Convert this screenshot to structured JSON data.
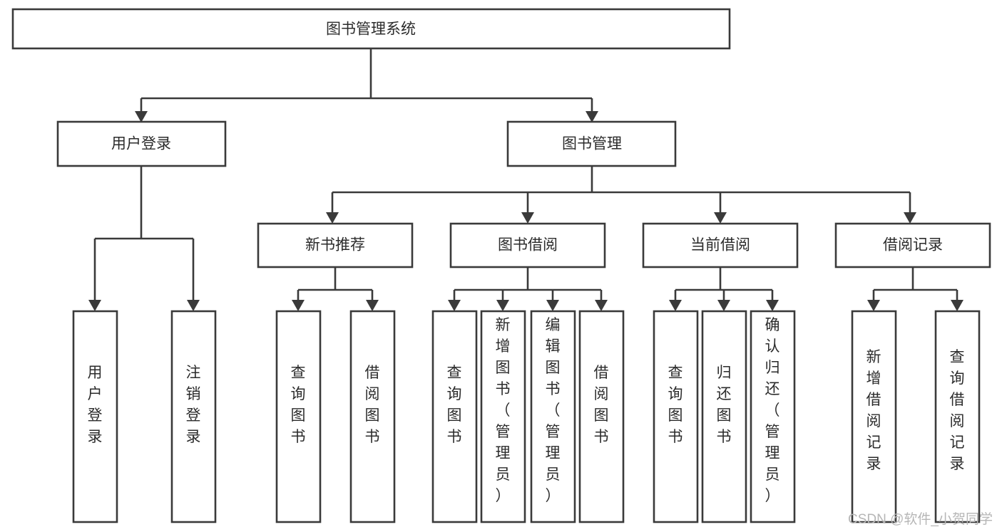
{
  "diagram": {
    "type": "tree-hierarchy-chart",
    "title": "图书管理系统",
    "orientation": "top-down",
    "colors": {
      "box_stroke": "#3a3a3a",
      "box_fill": "#ffffff",
      "text": "#2b2b2b",
      "connector": "#3a3a3a",
      "background": "#ffffff",
      "watermark": "#b6b6b6"
    },
    "root": {
      "label": "图书管理系统"
    },
    "level2": [
      {
        "label": "用户登录"
      },
      {
        "label": "图书管理"
      }
    ],
    "level3": [
      {
        "label": "新书推荐"
      },
      {
        "label": "图书借阅"
      },
      {
        "label": "当前借阅"
      },
      {
        "label": "借阅记录"
      }
    ],
    "leaves": {
      "user_login": [
        {
          "label": "用户登录"
        },
        {
          "label": "注销登录"
        }
      ],
      "new_book_recommend": [
        {
          "label": "查询图书"
        },
        {
          "label": "借阅图书"
        }
      ],
      "book_borrow": [
        {
          "label": "查询图书"
        },
        {
          "label": "新增图书（管理员）"
        },
        {
          "label": "编辑图书（管理员）"
        },
        {
          "label": "借阅图书"
        }
      ],
      "current_borrow": [
        {
          "label": "查询图书"
        },
        {
          "label": "归还图书"
        },
        {
          "label": "确认归还（管理员）"
        }
      ],
      "borrow_records": [
        {
          "label": "新增借阅记录"
        },
        {
          "label": "查询借阅记录"
        }
      ]
    },
    "watermark": "CSDN @软件_小贺同学"
  }
}
